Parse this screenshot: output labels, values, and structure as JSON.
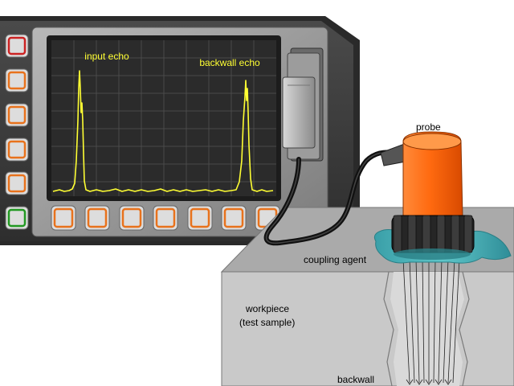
{
  "labels": {
    "input_echo": "input echo",
    "backwall_echo": "backwall echo",
    "probe": "probe",
    "coupling_agent": "coupling agent",
    "workpiece_line1": "workpiece",
    "workpiece_line2": "(test sample)",
    "backwall": "backwall"
  },
  "colors": {
    "signal": "#ffff33",
    "screen": "#2b2b2b",
    "device_body": "#3a3a3a",
    "bezel": "#9a9a9a",
    "probe_orange": "#ff6a1a",
    "top_button_red": "#cc2222",
    "bottom_left_button_green": "#229922",
    "button_orange": "#e8721c",
    "coupling_gel": "#3aa5a5",
    "workpiece_face": "#c9c9c9"
  },
  "icons": {
    "side_buttons": [
      "red-button-icon",
      "orange-button-icon",
      "orange-button-icon",
      "orange-button-icon",
      "orange-button-icon",
      "green-button-icon"
    ],
    "bottom_buttons": [
      "orange-button-icon",
      "orange-button-icon",
      "orange-button-icon",
      "orange-button-icon",
      "orange-button-icon",
      "orange-button-icon",
      "orange-button-icon"
    ]
  }
}
